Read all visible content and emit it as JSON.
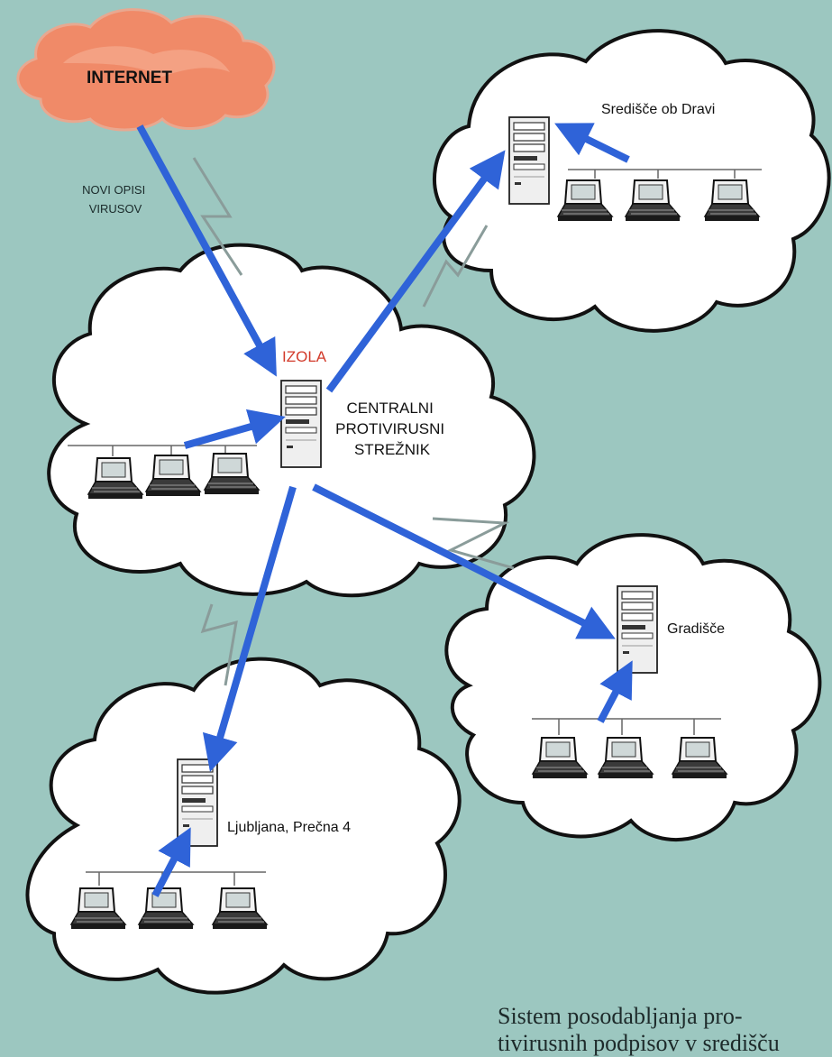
{
  "diagram": {
    "internet_label": "INTERNET",
    "new_signatures_label_line1": "NOVI OPISI",
    "new_signatures_label_line2": "VIRUSOV",
    "central": {
      "location": "IZOLA",
      "title_line1": "CENTRALNI",
      "title_line2": "PROTIVIRUSNI",
      "title_line3": "STREŽNIK"
    },
    "sites": {
      "sredisce": "Središče ob Dravi",
      "gradisce": "Gradišče",
      "ljubljana": "Ljubljana, Prečna 4"
    },
    "caption_line1": "Sistem posodabljanja pro-",
    "caption_line2": "tivirusnih podpisov v središču"
  },
  "colors": {
    "background": "#9cc7c0",
    "link_arrow": "#2f63d8",
    "location_label": "#d23a2a",
    "cloud_fill": "#ffffff",
    "internet_cloud": "#f08a68"
  },
  "icons": [
    "internet-cloud-icon",
    "server-tower-icon",
    "laptop-icon",
    "lightning-link-icon",
    "arrow-icon"
  ]
}
